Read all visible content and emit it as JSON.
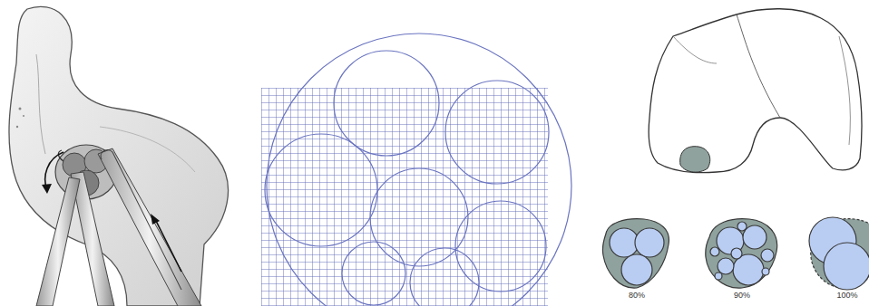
{
  "diagram": {
    "labels": [
      "80%",
      "90%",
      "100%"
    ]
  }
}
